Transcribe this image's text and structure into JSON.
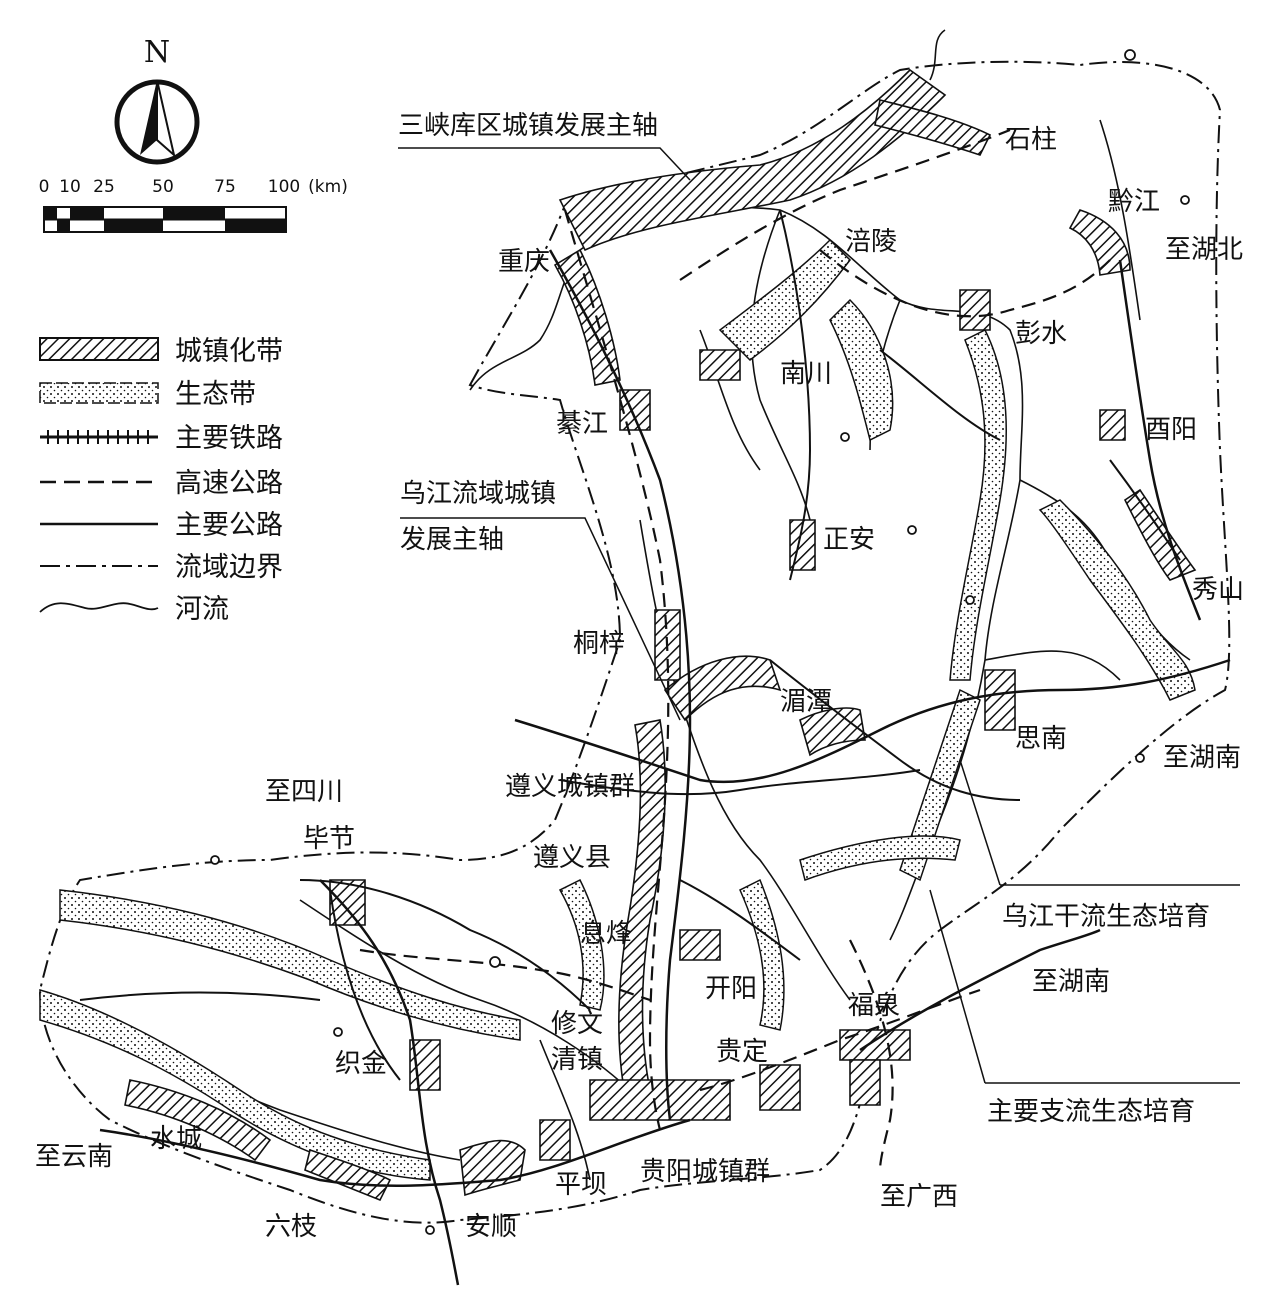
{
  "compass": {
    "north_label": "N"
  },
  "scale": {
    "ticks": [
      "0",
      "10",
      "25",
      "50",
      "75",
      "100"
    ],
    "unit": "(km)"
  },
  "legend": [
    {
      "key": "urban",
      "label": "城镇化带"
    },
    {
      "key": "eco",
      "label": "生态带"
    },
    {
      "key": "rail",
      "label": "主要铁路"
    },
    {
      "key": "highway",
      "label": "高速公路"
    },
    {
      "key": "road",
      "label": "主要公路"
    },
    {
      "key": "boundary",
      "label": "流域边界"
    },
    {
      "key": "river",
      "label": "河流"
    }
  ],
  "annotations": {
    "three_gorges_axis": "三峡库区城镇发展主轴",
    "wujiang_axis_line1": "乌江流域城镇",
    "wujiang_axis_line2": "发展主轴",
    "wujiang_main_eco": "乌江干流生态培育",
    "tributary_eco": "主要支流生态培育"
  },
  "places": {
    "chongqing": "重庆",
    "shizhu": "石柱",
    "fuling": "涪陵",
    "qianjiang": "黔江",
    "to_hubei": "至湖北",
    "pengshui": "彭水",
    "nanchuan": "南川",
    "qijiang": "綦江",
    "youyang": "酉阳",
    "zhengan": "正安",
    "xiushan": "秀山",
    "tongzi": "桐梓",
    "meitan": "湄潭",
    "sinan": "思南",
    "to_hunan_1": "至湖南",
    "zunyi_cluster": "遵义城镇群",
    "to_sichuan": "至四川",
    "bijie": "毕节",
    "zunyi_county": "遵义县",
    "xifeng": "息烽",
    "kaiyang": "开阳",
    "to_hunan_2": "至湖南",
    "fuquan": "福泉",
    "xiuwen": "修文",
    "qingzhen": "清镇",
    "guiding": "贵定",
    "zhijin": "织金",
    "shuicheng": "水城",
    "to_yunnan": "至云南",
    "liuzhi": "六枝",
    "anshun": "安顺",
    "pingba": "平坝",
    "guiyang_cluster": "贵阳城镇群",
    "to_guangxi": "至广西"
  },
  "colors": {
    "ink": "#111111",
    "paper": "#ffffff"
  }
}
